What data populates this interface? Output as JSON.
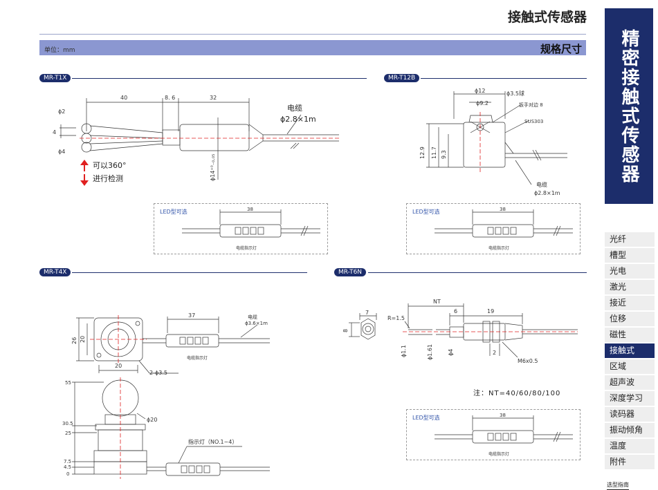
{
  "header": {
    "title": "接触式传感器",
    "unit": "单位：mm",
    "spec": "规格尺寸"
  },
  "side": {
    "title": "精密接触式传感器",
    "nav": [
      {
        "label": "光纤"
      },
      {
        "label": "槽型"
      },
      {
        "label": "光电"
      },
      {
        "label": "激光"
      },
      {
        "label": "接近"
      },
      {
        "label": "位移"
      },
      {
        "label": "磁性"
      },
      {
        "label": "接触式",
        "active": true
      },
      {
        "label": "区域"
      },
      {
        "label": "超声波"
      },
      {
        "label": "深度学习"
      },
      {
        "label": "读码器"
      },
      {
        "label": "振动倾角"
      },
      {
        "label": "温度"
      },
      {
        "label": "附件"
      }
    ],
    "footer": "选型指南"
  },
  "sections": {
    "t1x": {
      "tag": "MR-T1X",
      "dims": {
        "d40": "40",
        "d86": "8. 6",
        "d32": "32",
        "phi2": "ϕ2",
        "d4": "4",
        "phi4": "ϕ4",
        "phi14": "ϕ14⁺⁰₋₀.₀₅"
      },
      "cable": "电缆",
      "cable_dim": "ϕ2.8×1m",
      "detect_1": "可以360°",
      "detect_2": "进行检测",
      "led_label": "LED型可选",
      "led_dim": "38",
      "led_caption": "电缆指示灯"
    },
    "t12b": {
      "tag": "MR-T12B",
      "dims": {
        "phi12": "ϕ12",
        "ball": "ϕ3.5球",
        "phi92": "ϕ9.2",
        "wrench": "扳手对边 8",
        "sus": "SUS303",
        "h129": "12.9",
        "h117": "11.7",
        "h93": "9.3"
      },
      "cable": "电缆",
      "cable_dim": "ϕ2.8×1m",
      "led_label": "LED型可选",
      "led_dim": "38",
      "led_caption": "电缆指示灯"
    },
    "t4x": {
      "tag": "MR-T4X",
      "dims": {
        "d37": "37",
        "d26": "26",
        "d20v": "20",
        "d20h": "20",
        "holes": "2-ϕ3.5",
        "phi20": "ϕ20",
        "y55": "55",
        "y305": "30.5",
        "y25": "25",
        "y75": "7.5",
        "y45": "4.5",
        "y0": "0"
      },
      "cable": "电缆",
      "cable_dim": "ϕ3.6×1m",
      "led_caption": "电缆指示灯",
      "indicator": "指示灯（NO.1~4）"
    },
    "t6n": {
      "tag": "MR-T6N",
      "dims": {
        "d7": "7",
        "d8": "8",
        "r": "R=1.5",
        "nt": "NT",
        "d6": "6",
        "d19": "19",
        "phi11": "ϕ1.1",
        "phi161": "ϕ1.61",
        "phi4": "ϕ4",
        "d2": "2",
        "m6": "M6x0.5"
      },
      "note": "注：NT=40/60/80/100",
      "led_label": "LED型可选",
      "led_dim": "38",
      "led_caption": "电缆指示灯"
    }
  },
  "colors": {
    "navy": "#1c2d6b",
    "bar": "#8b97d1",
    "red": "#e02020",
    "led_text": "#3355aa"
  }
}
